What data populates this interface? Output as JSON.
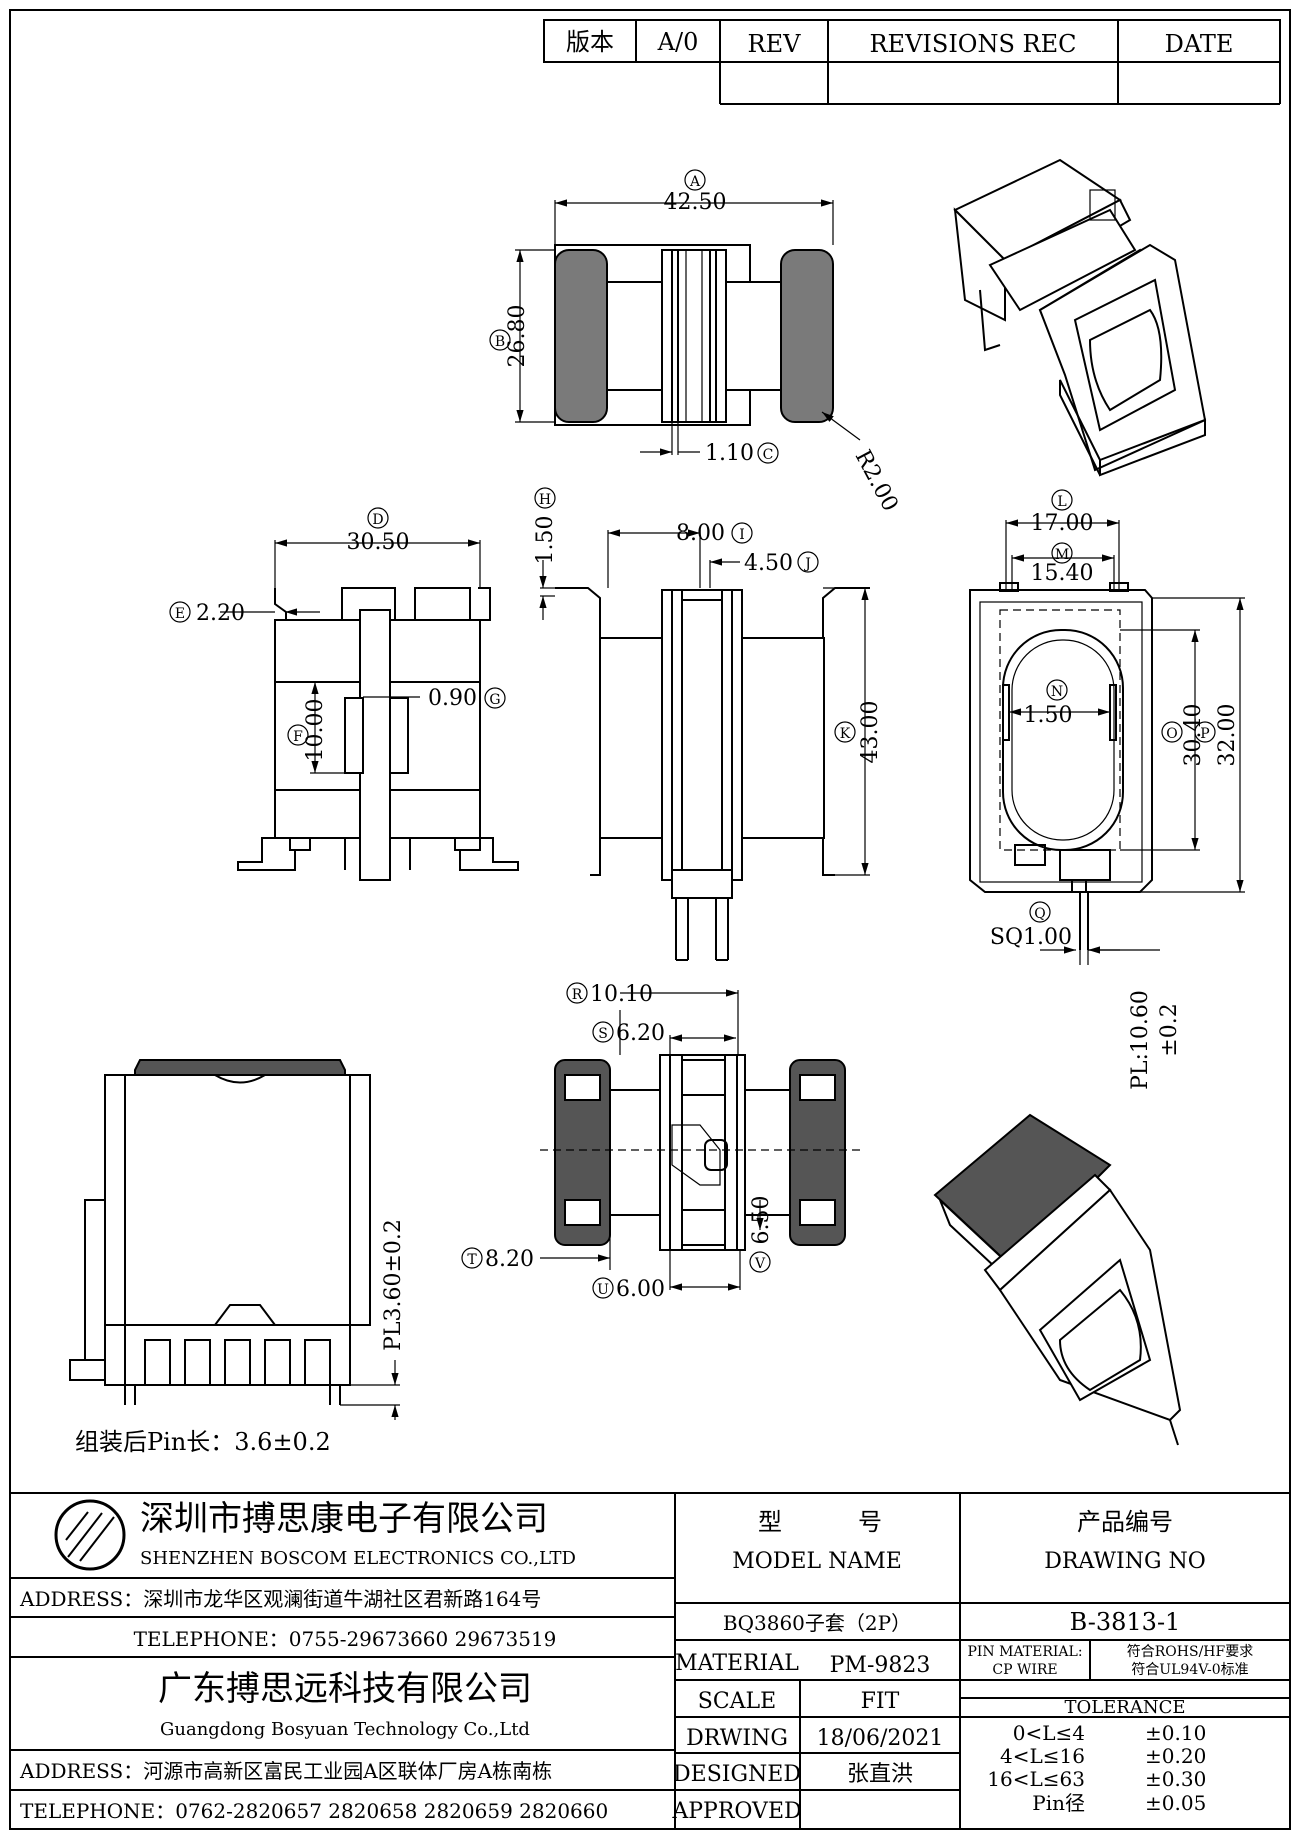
{
  "revision_table": {
    "version_label": "版本",
    "version_value": "A/0",
    "rev_label": "REV",
    "revisions_label": "REVISIONS REC",
    "date_label": "DATE"
  },
  "dimensions": {
    "A": "A",
    "A_value": "42.50",
    "B": "B",
    "B_value": "26.80",
    "C": "C",
    "C_value": "1.10",
    "R": "R2.00",
    "D": "D",
    "D_value": "30.50",
    "E": "E",
    "E_value": "2.20",
    "F": "F",
    "F_value": "10.00",
    "G": "G",
    "G_value": "0.90",
    "H": "H",
    "H_value": "1.50",
    "I": "I",
    "I_value": "8.00",
    "J": "J",
    "J_value": "4.50",
    "K": "K",
    "K_value": "43.00",
    "L": "L",
    "L_value": "17.00",
    "M": "M",
    "M_value": "15.40",
    "N": "N",
    "N_value": "1.50",
    "O": "O",
    "O_value": "30.40",
    "P": "P",
    "P_value": "32.00",
    "Q": "Q",
    "Q_value": "SQ1.00",
    "PL_value": "PL:10.60",
    "PL_tol": "±0.2",
    "Rr": "R",
    "Rr_value": "10.10",
    "S": "S",
    "S_value": "6.20",
    "T": "T",
    "T_value": "8.20",
    "U": "U",
    "U_value": "6.00",
    "V": "V",
    "V_value": "6.50",
    "PL2_value": "PL3.60±0.2"
  },
  "note": "组装后Pin长：3.6±0.2",
  "company": {
    "name_cn": "深圳市搏思康电子有限公司",
    "name_en": "SHENZHEN BOSCOM ELECTRONICS CO.,LTD",
    "address": "ADDRESS：深圳市龙华区观澜街道牛湖社区君新路164号",
    "telephone": "TELEPHONE：0755-29673660 29673519",
    "name2_cn": "广东搏思远科技有限公司",
    "name2_en": "Guangdong Bosyuan Technology Co.,Ltd",
    "address2": "ADDRESS：河源市高新区富民工业园A区联体厂房A栋南栋",
    "telephone2": "TELEPHONE：0762-2820657 2820658 2820659 2820660"
  },
  "title_block": {
    "model_cn_1": "型",
    "model_cn_2": "号",
    "model_label": "MODEL NAME",
    "model_value": "BQ3860子套（2P）",
    "drawing_cn": "产品编号",
    "drawing_label": "DRAWING NO",
    "drawing_value": "B-3813-1",
    "material_label": "MATERIAL",
    "material_value": "PM-9823",
    "scale_label": "SCALE",
    "scale_value": "FIT",
    "drwing_label": "DRWING",
    "drwing_value": "18/06/2021",
    "designed_label": "DESIGNED",
    "designed_value": "张直洪",
    "approved_label": "APPROVED",
    "pin_material_label": "PIN MATERIAL:",
    "pin_material_value": "CP WIRE",
    "rohs": "符合ROHS/HF要求",
    "ul": "符合UL94V-0标准",
    "tolerance_label": "TOLERANCE",
    "tol_rows": [
      {
        "range": "0<L≤4",
        "value": "±0.10"
      },
      {
        "range": "4<L≤16",
        "value": "±0.20"
      },
      {
        "range": "16<L≤63",
        "value": "±0.30"
      },
      {
        "range": "Pin径",
        "value": "±0.05"
      }
    ]
  }
}
